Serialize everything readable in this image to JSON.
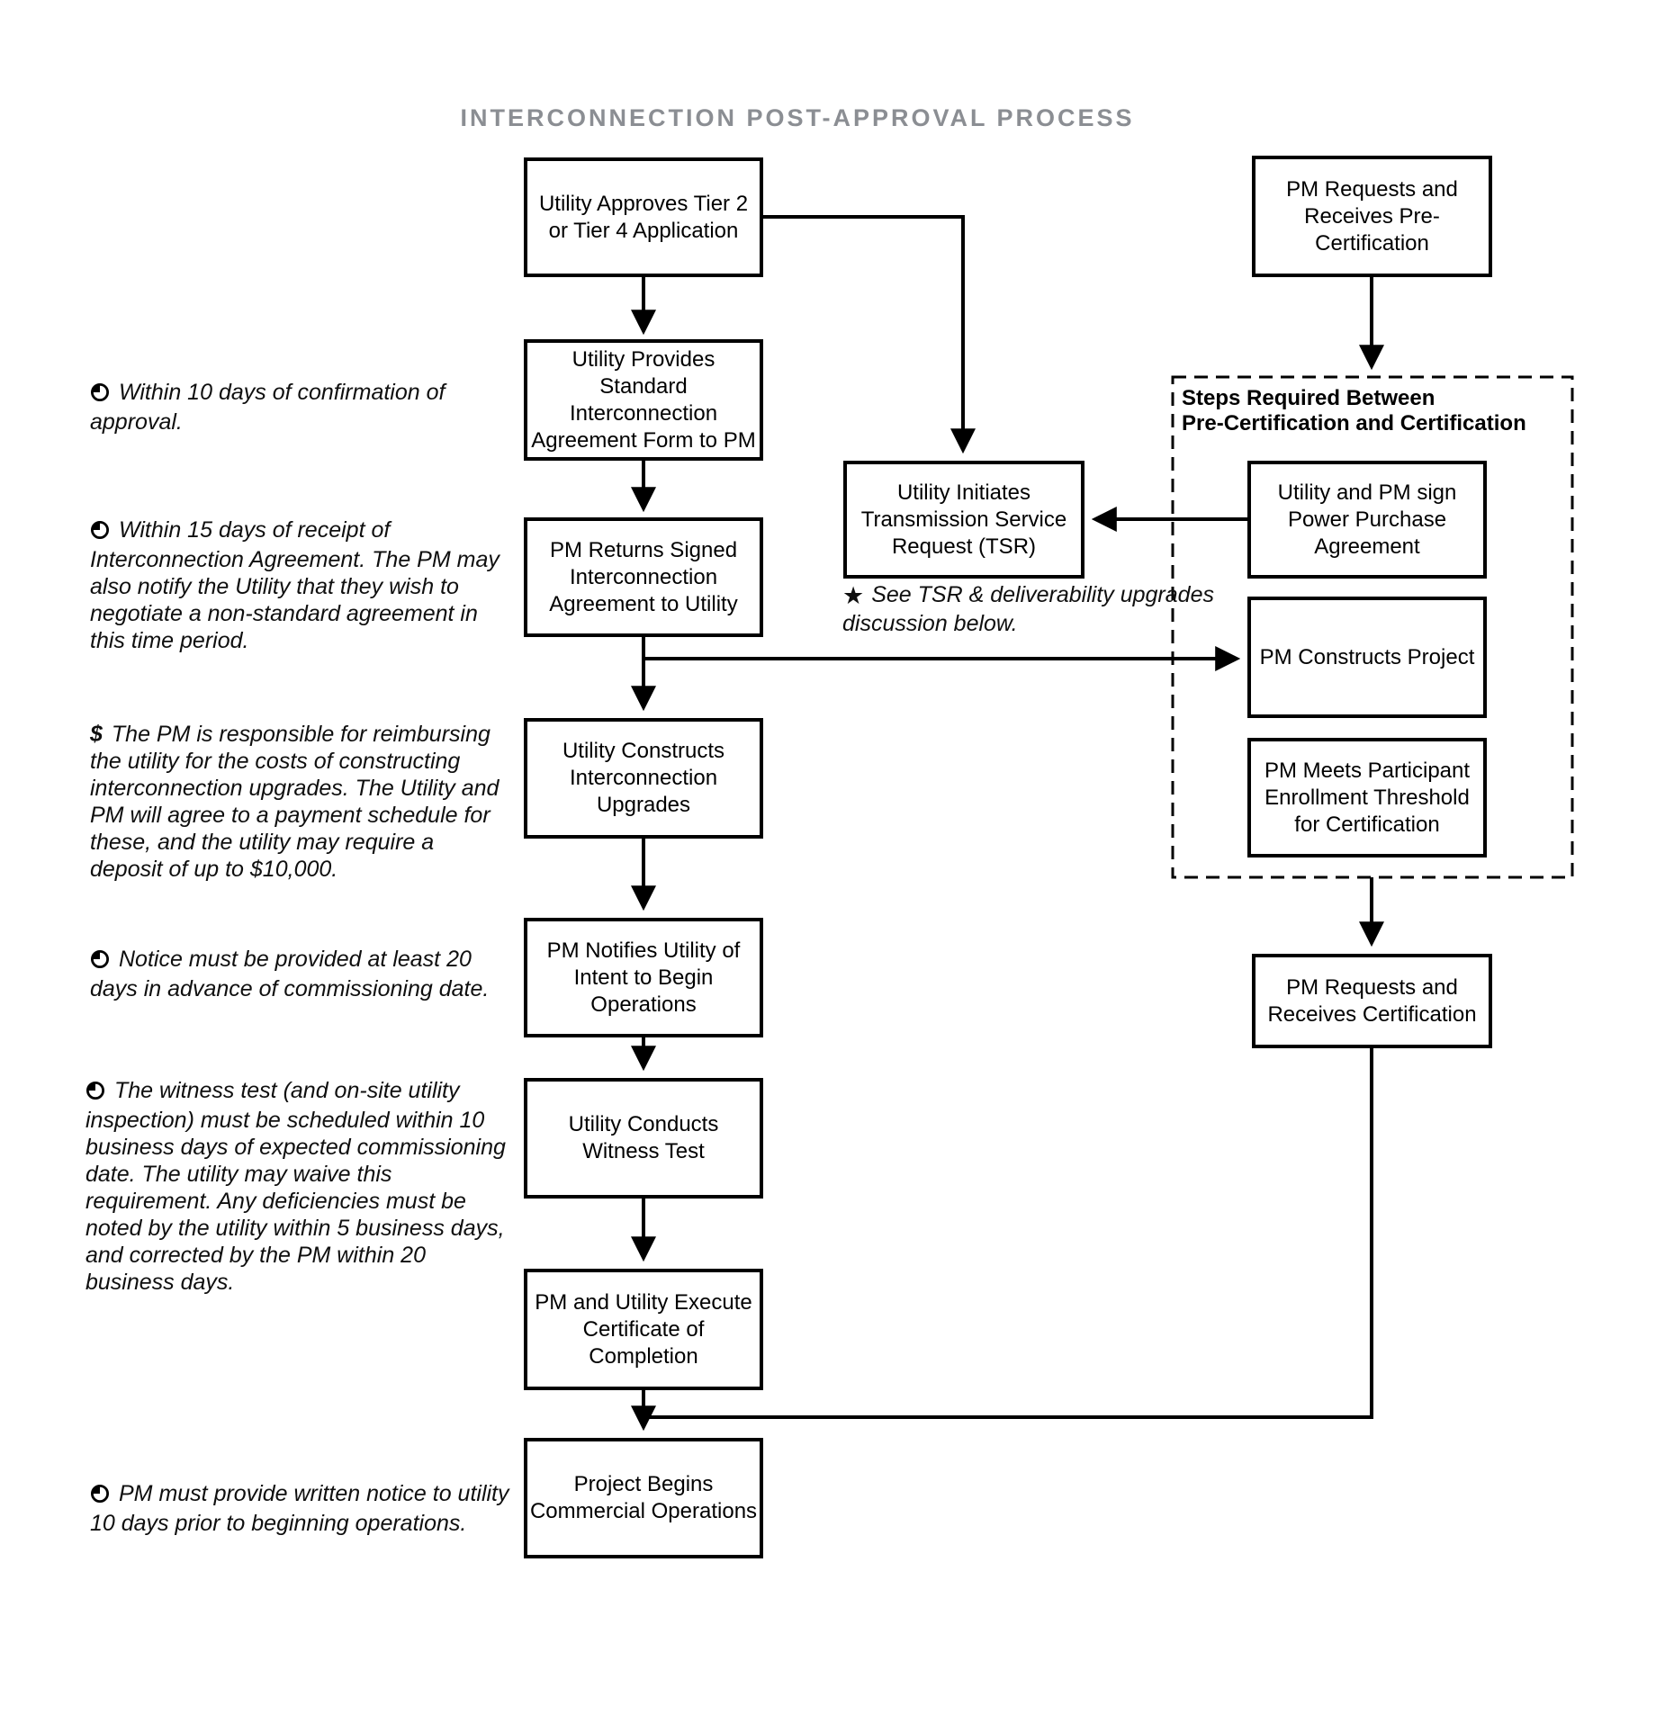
{
  "title": "INTERCONNECTION POST-APPROVAL PROCESS",
  "colors": {
    "title": "#8b8e93",
    "line": "#000000",
    "background": "#ffffff"
  },
  "boxes": {
    "utility_approves": "Utility Approves Tier 2\nor Tier 4 Application",
    "utility_provides": "Utility Provides\nStandard\nInterconnection\nAgreement Form to PM",
    "pm_returns": "PM Returns Signed\nInterconnection\nAgreement to Utility",
    "utility_constructs": "Utility Constructs\nInterconnection\nUpgrades",
    "pm_notifies": "PM Notifies Utility of\nIntent to Begin\nOperations",
    "witness_test": "Utility Conducts\nWitness Test",
    "certificate": "PM and Utility Execute\nCertificate of\nCompletion",
    "project_begins": "Project Begins\nCommercial Operations",
    "tsr": "Utility Initiates\nTransmission Service\nRequest (TSR)",
    "pre_certification": "PM Requests and\nReceives Pre-\nCertification",
    "ppa": "Utility and PM sign\nPower Purchase\nAgreement",
    "constructs_project": "PM Constructs Project",
    "enrollment": "PM Meets Participant\nEnrollment Threshold\nfor Certification",
    "certification": "PM Requests and\nReceives Certification"
  },
  "dashed_group": {
    "heading": "Steps Required Between\nPre-Certification and Certification"
  },
  "tsr_note": {
    "star_char": "★",
    "text": "See TSR & deliverability\nupgrades discussion below."
  },
  "notes": [
    {
      "icon": "clock",
      "text": "Within 10 days of confirmation of\napproval."
    },
    {
      "icon": "clock",
      "text": "Within 15 days of receipt of\nInterconnection Agreement. The PM may\nalso notify the Utility that they wish to\nnegotiate a non-standard agreement in\nthis time period."
    },
    {
      "icon": "dollar",
      "icon_char": "$",
      "text": "The PM is responsible for reimbursing\nthe utility for the costs of constructing\ninterconnection upgrades. The Utility and\nPM will agree to a payment schedule for\nthese, and the utility may require a\ndeposit of up to $10,000."
    },
    {
      "icon": "clock",
      "text": "Notice must be provided at least 20\ndays in advance of commissioning date."
    },
    {
      "icon": "clock",
      "text": "The witness test  (and on-site utility\ninspection) must be scheduled within 10\nbusiness days of expected commissioning\ndate. The utility may waive this\nrequirement. Any deficiencies must be\nnoted by the utility within 5 business days,\nand corrected by the PM within 20\nbusiness days."
    },
    {
      "icon": "clock",
      "text": "PM must provide written notice to utility\n10 days prior to beginning operations."
    }
  ]
}
